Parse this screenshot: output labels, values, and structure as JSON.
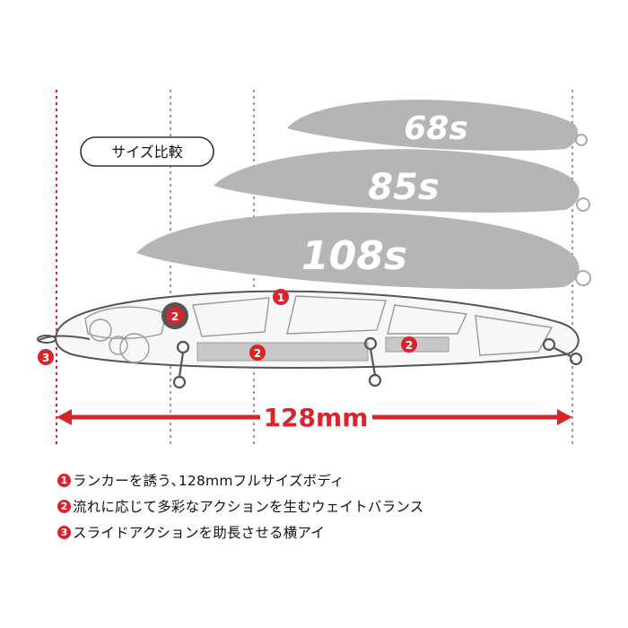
{
  "badge_label": "サイズ比較",
  "sizes": [
    "68s",
    "85s",
    "108s"
  ],
  "length_label": "128mm",
  "markers": {
    "m1": "1",
    "m2": "2",
    "m3": "3"
  },
  "notes": [
    {
      "num": "1",
      "text": "ランカーを誘う､128mmフルサイズボディ"
    },
    {
      "num": "2",
      "text": "流れに応じて多彩なアクションを生むウェイトバランス"
    },
    {
      "num": "3",
      "text": "スライドアクションを助長させる横アイ"
    }
  ],
  "colors": {
    "accent": "#d8252c",
    "silhouette": "#b5b5b5",
    "outline": "#555555"
  }
}
